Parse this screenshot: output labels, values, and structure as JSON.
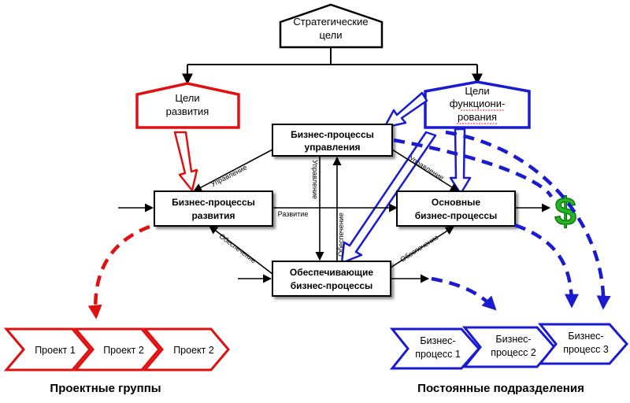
{
  "diagram": {
    "strategic_goals": {
      "line1": "Стратегические",
      "line2": "цели"
    },
    "goals_development": {
      "line1": "Цели",
      "line2": "развития"
    },
    "goals_functioning": {
      "line1": "Цели",
      "line2": "функциони-",
      "line3": "рования"
    },
    "bp_management": {
      "line1": "Бизнес-процессы",
      "line2": "управления"
    },
    "bp_development": {
      "line1": "Бизнес-процессы",
      "line2": "развития"
    },
    "bp_core": {
      "line1": "Основные",
      "line2": "бизнес-процессы"
    },
    "bp_support": {
      "line1": "Обеспечивающие",
      "line2": "бизнес-процессы"
    },
    "edge_labels": {
      "management_to_development": "Управление",
      "management_to_support": "Управление",
      "management_to_core": "Управление",
      "development_to_core": "Развитие",
      "support_to_development": "Обеспечение",
      "support_to_management": "Обеспечение",
      "support_to_core": "Обеспечение"
    },
    "currency_symbol": "$",
    "project_chevrons": [
      "Проект 1",
      "Проект 2",
      "Проект 2"
    ],
    "process_chevrons": [
      {
        "line1": "Бизнес-",
        "line2": "процесс 1"
      },
      {
        "line1": "Бизнес-",
        "line2": "процесс 2"
      },
      {
        "line1": "Бизнес-",
        "line2": "процесс 3"
      }
    ],
    "caption_projects": "Проектные группы",
    "caption_departments": "Постоянные подразделения"
  },
  "colors": {
    "black": "#000000",
    "red": "#e01010",
    "blue": "#1a1ad0",
    "green": "#22b422"
  }
}
